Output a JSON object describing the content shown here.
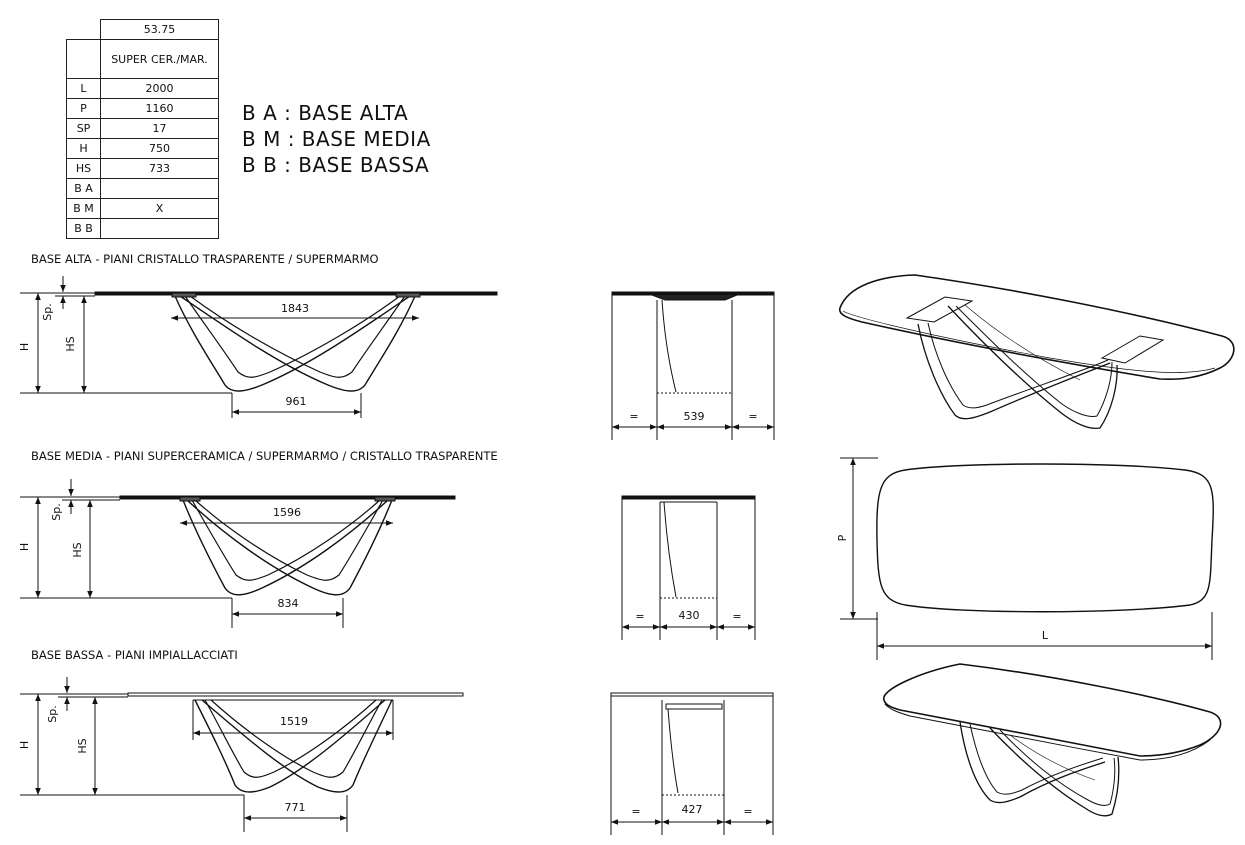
{
  "spec_table": {
    "header_code": "53.75",
    "header_material": "SUPER CER./MAR.",
    "rows": [
      {
        "key": "L",
        "value": "2000"
      },
      {
        "key": "P",
        "value": "1160"
      },
      {
        "key": "SP",
        "value": "17"
      },
      {
        "key": "H",
        "value": "750"
      },
      {
        "key": "HS",
        "value": "733"
      },
      {
        "key": "B A",
        "value": ""
      },
      {
        "key": "B M",
        "value": "X"
      },
      {
        "key": "B B",
        "value": ""
      }
    ]
  },
  "legend": {
    "alta": "B A : BASE ALTA",
    "media": "B M : BASE MEDIA",
    "bassa": "B B : BASE BASSA"
  },
  "sections": {
    "alta": {
      "title": "BASE ALTA - PIANI CRISTALLO TRASPARENTE / SUPERMARMO",
      "top_width": "1843",
      "bottom_width": "961",
      "side_width": "539"
    },
    "media": {
      "title": "BASE MEDIA - PIANI SUPERCERAMICA / SUPERMARMO / CRISTALLO TRASPARENTE",
      "top_width": "1596",
      "bottom_width": "834",
      "side_width": "430"
    },
    "bassa": {
      "title": "BASE BASSA - PIANI IMPIALLACCIATI",
      "top_width": "1519",
      "bottom_width": "771",
      "side_width": "427"
    }
  },
  "dim_labels": {
    "h": "H",
    "hs": "HS",
    "sp": "Sp.",
    "equal": "=",
    "p": "P",
    "l": "L"
  }
}
